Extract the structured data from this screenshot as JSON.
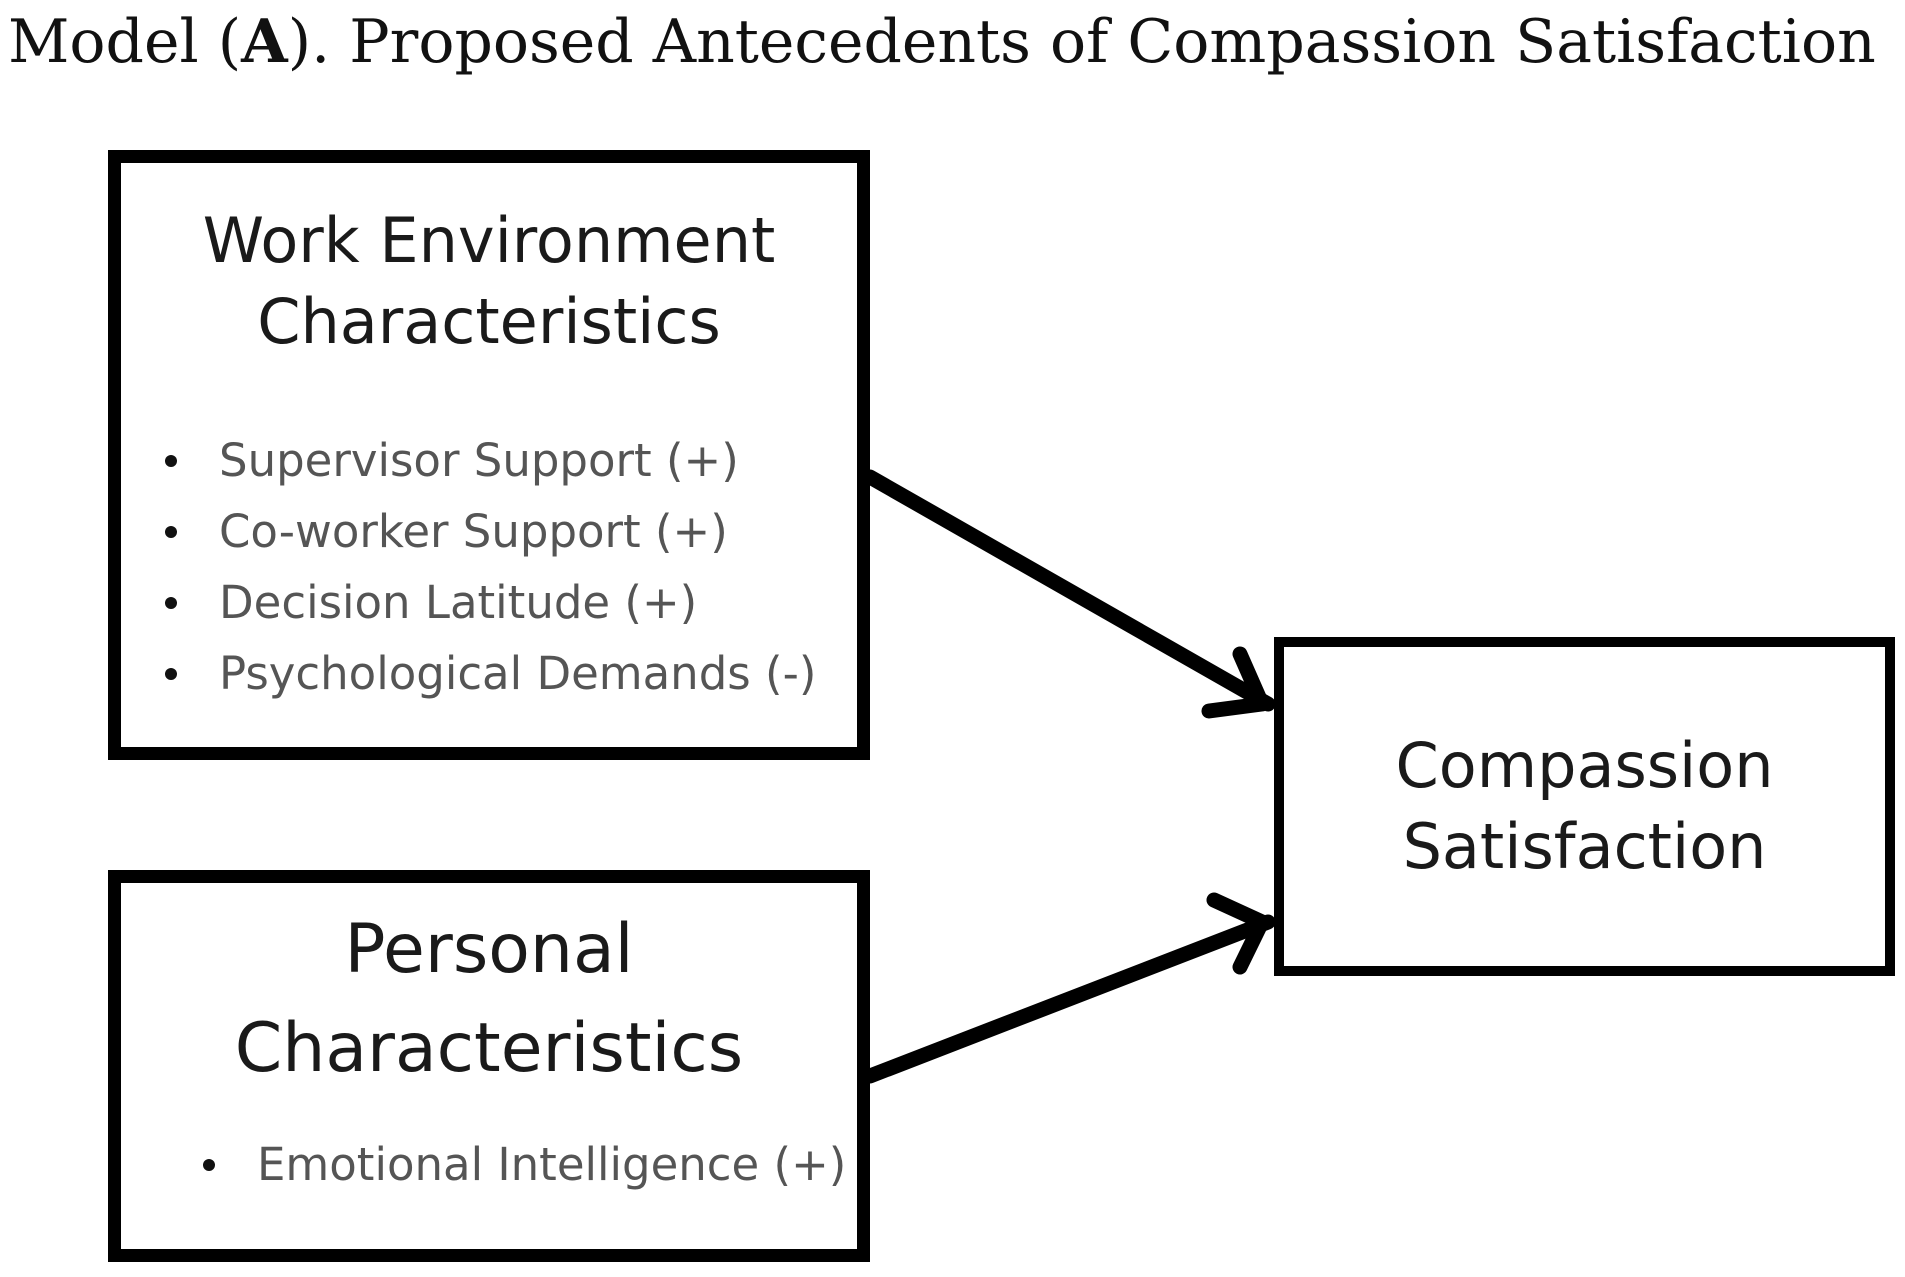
{
  "figure": {
    "title_prefix": "Model (",
    "title_bold": "A",
    "title_suffix": "). Proposed Antecedents of Compassion Satisfaction"
  },
  "nodes": {
    "work_environment": {
      "heading_line1": "Work Environment",
      "heading_line2": "Characteristics",
      "factors": [
        "Supervisor Support (+)",
        "Co-worker Support (+)",
        "Decision Latitude (+)",
        "Psychological Demands (-)"
      ]
    },
    "personal": {
      "heading_line1": "Personal",
      "heading_line2": "Characteristics",
      "factors": [
        "Emotional Intelligence (+)"
      ]
    },
    "outcome": {
      "heading_line1": "Compassion",
      "heading_line2": "Satisfaction"
    }
  },
  "edges": [
    {
      "from": "work_environment",
      "to": "outcome"
    },
    {
      "from": "personal",
      "to": "outcome"
    }
  ],
  "colors": {
    "stroke": "#000000",
    "heading_text": "#1a1a1a",
    "factor_text": "#555555",
    "background": "#ffffff"
  }
}
